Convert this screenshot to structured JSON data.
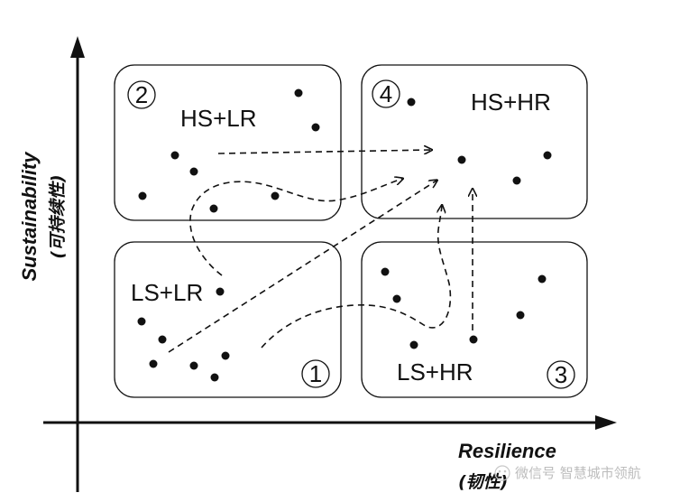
{
  "axes": {
    "x_title": "Resilience",
    "x_subtitle": "(韧性)",
    "y_title": "Sustainability",
    "y_subtitle": "(可持续性)"
  },
  "quadrants": {
    "q1": {
      "number": "1",
      "label": "LS+LR"
    },
    "q2": {
      "number": "2",
      "label": "HS+LR"
    },
    "q3": {
      "number": "3",
      "label": "LS+HR"
    },
    "q4": {
      "number": "4",
      "label": "HS+HR"
    }
  },
  "watermark": "微信号 智慧城市领航"
}
